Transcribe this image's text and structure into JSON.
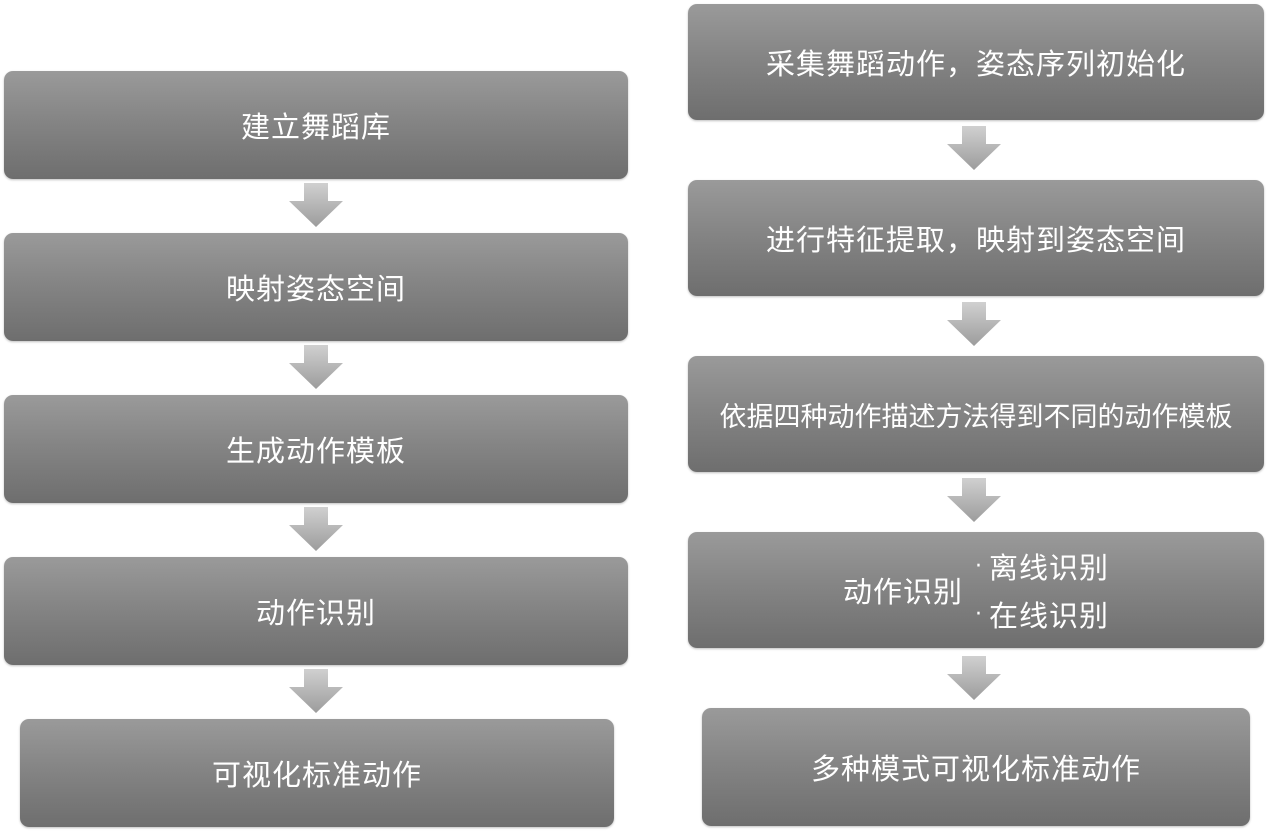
{
  "left_flow": {
    "steps": [
      "建立舞蹈库",
      "映射姿态空间",
      "生成动作模板",
      "动作识别",
      "可视化标准动作"
    ]
  },
  "right_flow": {
    "steps": [
      "采集舞蹈动作，姿态序列初始化",
      "进行特征提取，映射到姿态空间",
      "依据四种动作描述方法得到不同的动作模板"
    ],
    "recognition": {
      "label": "动作识别",
      "options": [
        "离线识别",
        "在线识别"
      ],
      "bullet": "·"
    },
    "final_step": "多种模式可视化标准动作"
  }
}
